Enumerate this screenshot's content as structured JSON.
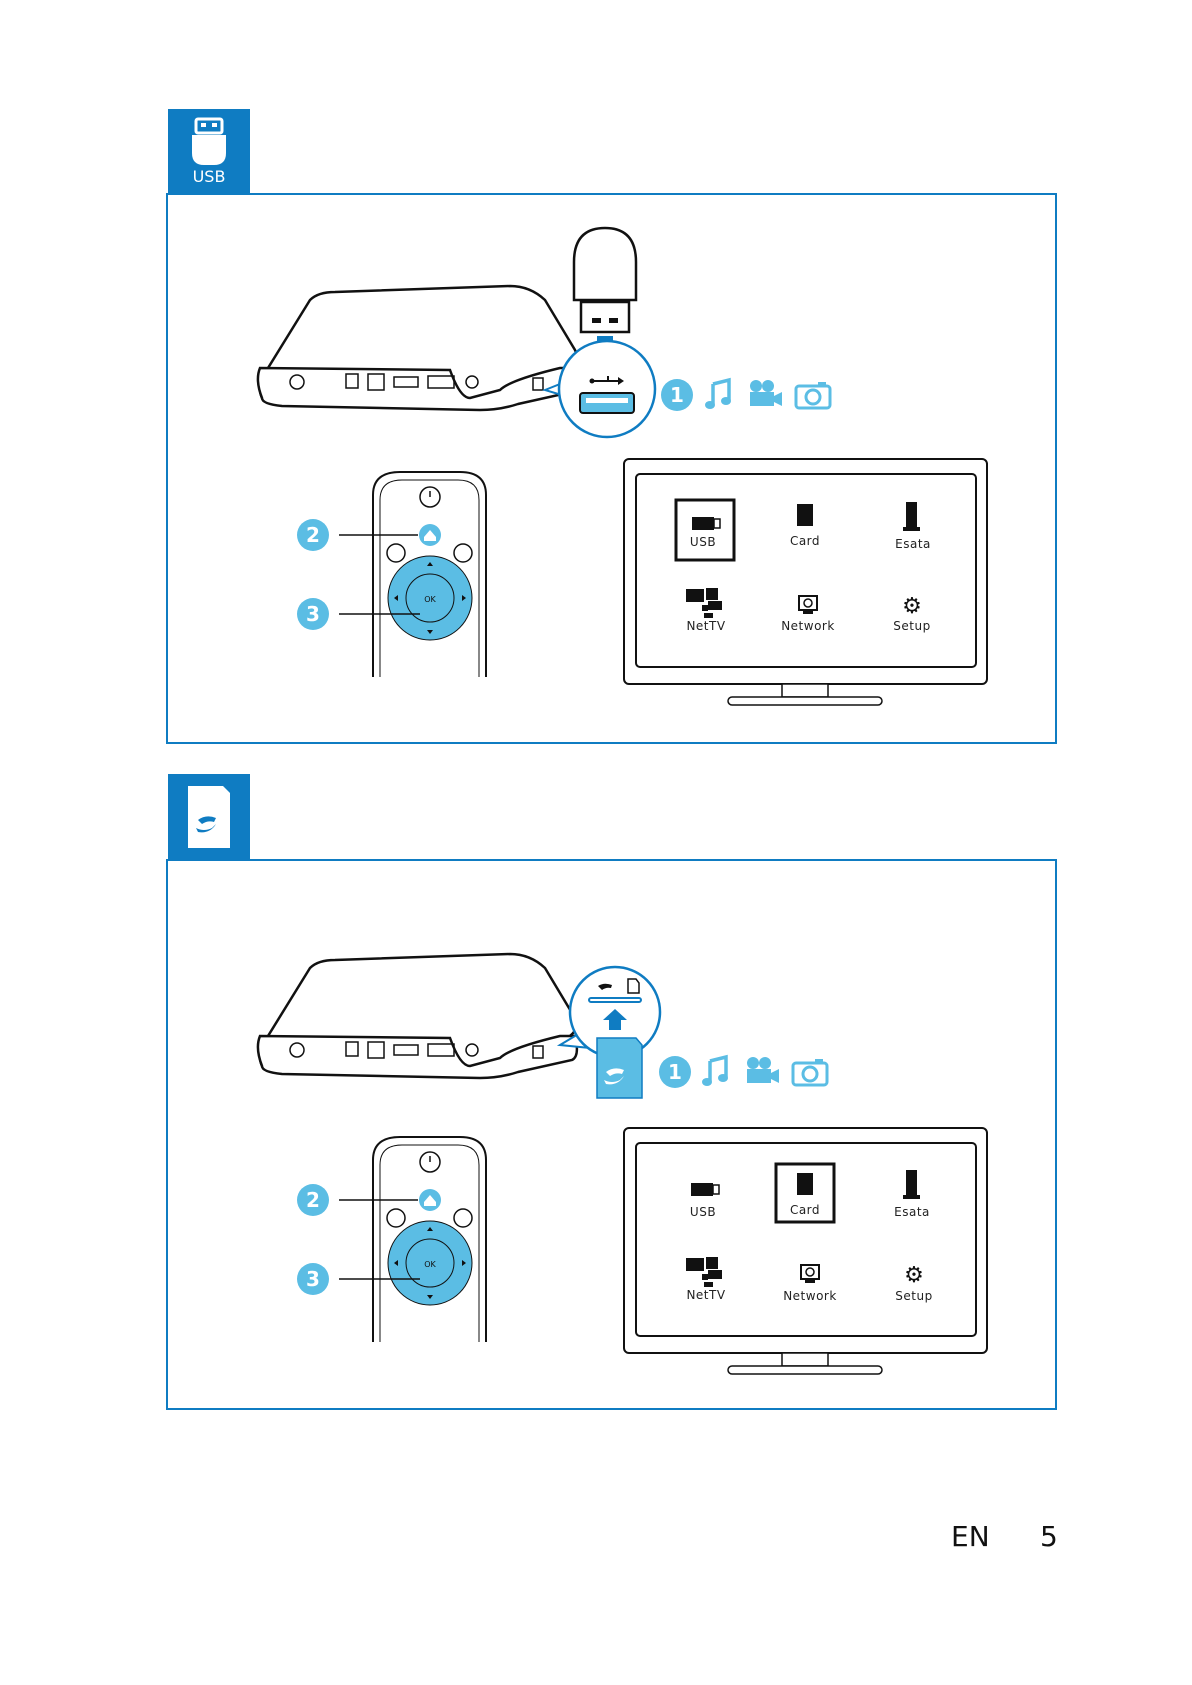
{
  "sections": [
    {
      "tab_label": "USB",
      "icon": "usb-drive-icon",
      "media_icons": [
        "music-note-icon",
        "video-camera-icon",
        "photo-camera-icon"
      ],
      "remote": {
        "ok_label": "OK"
      },
      "steps": [
        "1",
        "2",
        "3"
      ],
      "menu": {
        "selected": "USB",
        "items": [
          {
            "label": "USB",
            "icon": "usb-icon"
          },
          {
            "label": "Card",
            "icon": "sd-card-icon"
          },
          {
            "label": "Esata",
            "icon": "esata-icon"
          },
          {
            "label": "NetTV",
            "icon": "nettv-icon"
          },
          {
            "label": "Network",
            "icon": "network-icon"
          },
          {
            "label": "Setup",
            "icon": "gear-icon"
          }
        ]
      }
    },
    {
      "tab_label": "",
      "icon": "sd-card-icon",
      "media_icons": [
        "music-note-icon",
        "video-camera-icon",
        "photo-camera-icon"
      ],
      "remote": {
        "ok_label": "OK"
      },
      "steps": [
        "1",
        "2",
        "3"
      ],
      "menu": {
        "selected": "Card",
        "items": [
          {
            "label": "USB",
            "icon": "usb-icon"
          },
          {
            "label": "Card",
            "icon": "sd-card-icon"
          },
          {
            "label": "Esata",
            "icon": "esata-icon"
          },
          {
            "label": "NetTV",
            "icon": "nettv-icon"
          },
          {
            "label": "Network",
            "icon": "network-icon"
          },
          {
            "label": "Setup",
            "icon": "gear-icon"
          }
        ]
      }
    }
  ],
  "footer": {
    "language": "EN",
    "page_number": "5"
  },
  "colors": {
    "accent": "#0f7cc2",
    "highlight": "#5bbde4"
  }
}
